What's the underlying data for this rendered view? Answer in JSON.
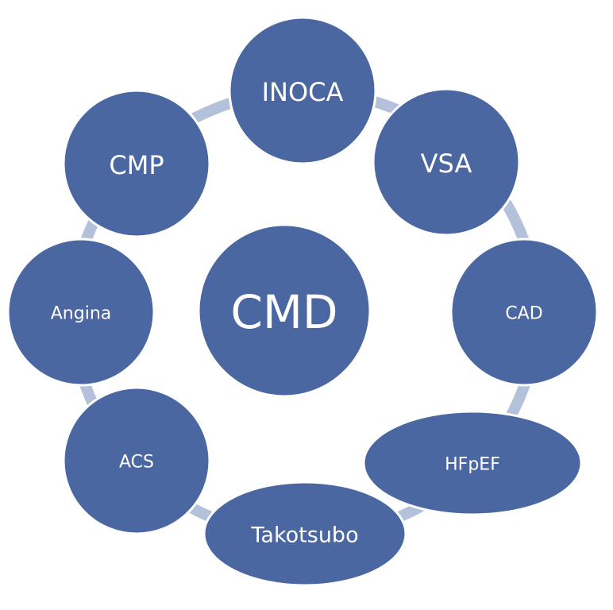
{
  "diagram": {
    "center": {
      "label": "CMD"
    },
    "nodes": [
      {
        "id": "inoca",
        "label": "INOCA"
      },
      {
        "id": "vsa",
        "label": "VSA"
      },
      {
        "id": "cad",
        "label": "CAD"
      },
      {
        "id": "hfpef",
        "label": "HFpEF"
      },
      {
        "id": "takotsubo",
        "label": "Takotsubo"
      },
      {
        "id": "acs",
        "label": "ACS"
      },
      {
        "id": "angina",
        "label": "Angina"
      },
      {
        "id": "cmp",
        "label": "CMP"
      }
    ],
    "colors": {
      "node_fill": "#4a67a1",
      "node_stroke": "#ffffff",
      "ring": "#b4c1db"
    }
  }
}
